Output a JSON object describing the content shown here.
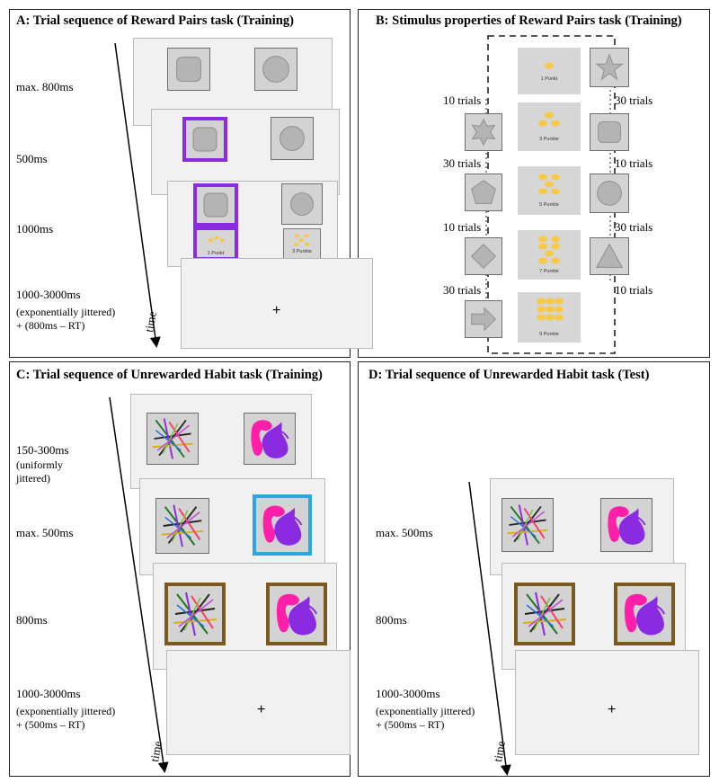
{
  "panelA": {
    "title": "A: Trial sequence of Reward Pairs task (Training)",
    "t1": "max. 800ms",
    "t2": "500ms",
    "t3": "1000ms",
    "t4": "1000-3000ms",
    "t4b": "(exponentially jittered)",
    "t4c": "+ (800ms – RT)",
    "time": "time",
    "fixation": "+",
    "rewcap1": "1 Punkt",
    "rewcap2": "3 Punkte"
  },
  "panelB": {
    "title": "B: Stimulus properties of Reward Pairs task (Training)",
    "left_trials": [
      "10 trials",
      "30 trials",
      "10 trials",
      "30 trials"
    ],
    "right_trials": [
      "30 trials",
      "10 trials",
      "30 trials",
      "10 trials"
    ],
    "rewards": [
      "1 Punkt",
      "3 Punkte",
      "5 Punkte",
      "7 Punkte",
      "9 Punkte"
    ],
    "left_shapes": [
      "star-6-icon",
      "pentagon-icon",
      "diamond-icon",
      "arrow-icon"
    ],
    "right_shapes": [
      "star-5-icon",
      "rounded-square-icon",
      "circle-icon",
      "triangle-icon"
    ]
  },
  "panelC": {
    "title": "C: Trial sequence of Unrewarded Habit task (Training)",
    "t1": "150-300ms",
    "t1b": "(uniformly",
    "t1c": "jittered)",
    "t2": "max. 500ms",
    "t3": "800ms",
    "t4": "1000-3000ms",
    "t4b": "(exponentially jittered)",
    "t4c": "+ (500ms – RT)",
    "time": "time",
    "fixation": "+"
  },
  "panelD": {
    "title": "D: Trial sequence of Unrewarded Habit task (Test)",
    "t1": "max. 500ms",
    "t2": "800ms",
    "t3": "1000-3000ms",
    "t3b": "(exponentially jittered)",
    "t3c": "+ (500ms – RT)",
    "time": "time",
    "fixation": "+"
  },
  "colors": {
    "purple_select": "#8b2be2",
    "blue_select": "#2aa7dd",
    "brown_feedback": "#7a5a1e",
    "coin": "#f7c948",
    "blob_pink": "#ff1fa8",
    "blob_purple": "#8a2be2"
  }
}
